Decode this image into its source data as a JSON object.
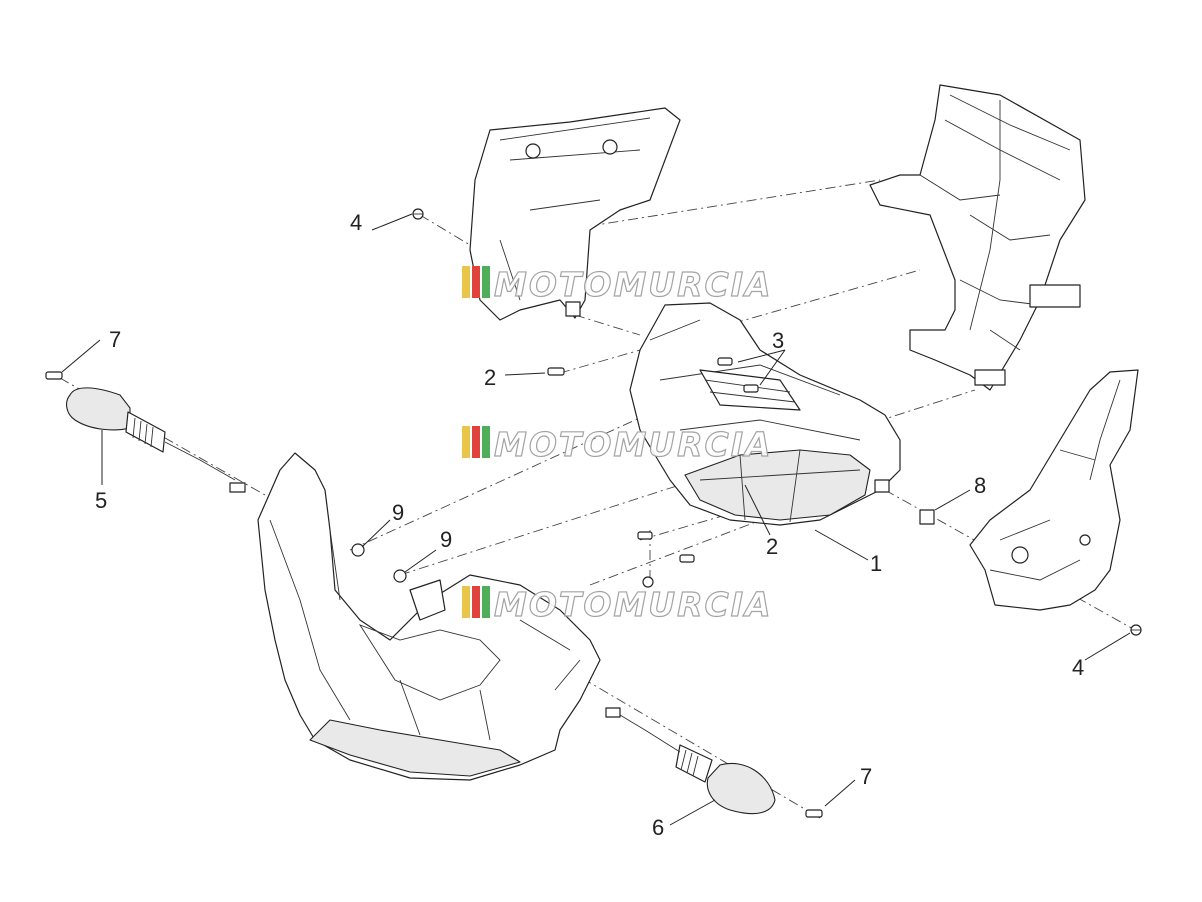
{
  "callouts": {
    "c1": "1",
    "c2a": "2",
    "c2b": "2",
    "c3": "3",
    "c4a": "4",
    "c4b": "4",
    "c5": "5",
    "c6": "6",
    "c7a": "7",
    "c7b": "7",
    "c8": "8",
    "c9a": "9",
    "c9b": "9"
  },
  "watermark": {
    "text": "MOTOMURCIA",
    "colors": [
      "#e9c54a",
      "#e0433c",
      "#4fae5a"
    ]
  }
}
